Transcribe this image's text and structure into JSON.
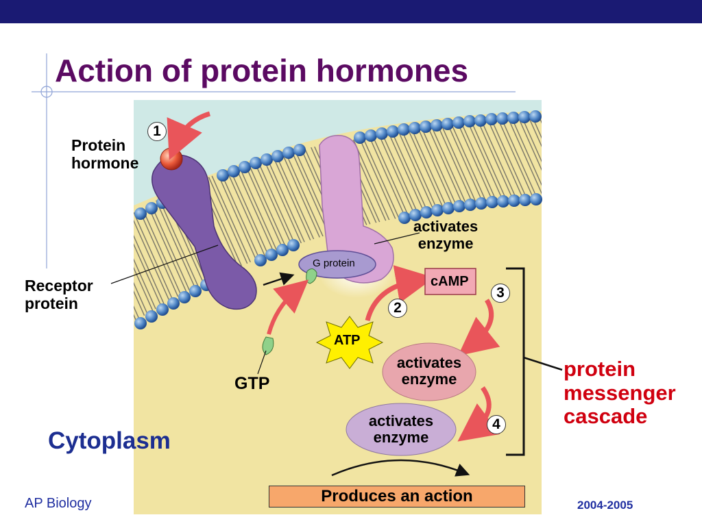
{
  "slide": {
    "title": "Action of protein hormones",
    "footer_left": "AP Biology",
    "footer_right": "2004-2005"
  },
  "diagram": {
    "labels": {
      "protein_hormone": "Protein\nhormone",
      "receptor_protein": "Receptor\nprotein",
      "g_protein": "G protein",
      "activates_enzyme_top": "activates\nenzyme",
      "camp": "cAMP",
      "atp": "ATP",
      "gtp": "GTP",
      "activates_enzyme_mid": "activates\nenzyme",
      "activates_enzyme_low": "activates\nenzyme",
      "cytoplasm": "Cytoplasm",
      "cascade": "protein\nmessenger\ncascade",
      "produces_action": "Produces an action"
    },
    "steps": [
      "1",
      "2",
      "3",
      "4"
    ],
    "colors": {
      "title": "#5b0a62",
      "cascade_text": "#d0000f",
      "cytoplasm_text": "#1c2e91",
      "top_bar": "#1a1a73",
      "extracellular": "#cfe9e6",
      "cytoplasm_fill": "#f1e4a2",
      "receptor": "#7b5aa8",
      "enzyme_pink": "#d9a6d6",
      "ellipse_pink": "#e8a6ad",
      "ellipse_lilac": "#c9aed6",
      "lipid_head": "#4f86c6",
      "arrow_red": "#e9555a"
    }
  }
}
